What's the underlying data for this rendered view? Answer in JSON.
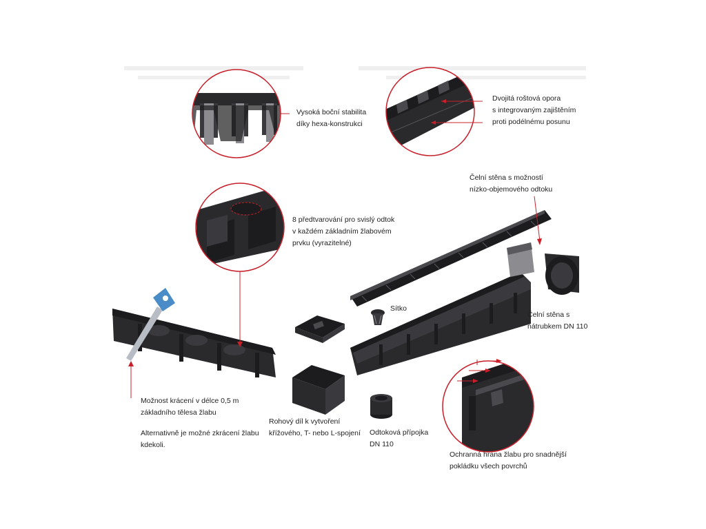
{
  "colors": {
    "accent_red": "#c8202a",
    "part_black": "#2a2a2c",
    "part_dark": "#1c1c1e",
    "part_edge": "#4a4a4e",
    "part_grey": "#8c8c90",
    "saw_blue": "#4a8cc8",
    "text": "#222222"
  },
  "callouts": {
    "hexa": {
      "lines": [
        "Vysoká boční stabilita",
        "díky hexa-konstrukci"
      ]
    },
    "grate_support": {
      "lines": [
        "Dvojitá roštová opora",
        "s integrovaným zajištěním",
        "proti podélnému posunu"
      ]
    },
    "end_cap_low": {
      "lines": [
        "Čelní stěna s možností",
        "nízko-objemového odtoku"
      ]
    },
    "knockouts": {
      "lines": [
        "8 předtvarování pro svislý odtok",
        "v každém základním žlabovém",
        "prvku (vyrazitelné)"
      ]
    },
    "sieve": {
      "lines": [
        "Sítko"
      ]
    },
    "end_cap_pipe": {
      "lines": [
        "Čelní stěna s",
        "nátrubkem DN 110"
      ]
    },
    "cutting": {
      "lines": [
        "Možnost krácení v délce 0,5 m",
        "základního tělesa žlabu"
      ]
    },
    "cutting_alt": {
      "lines": [
        "Alternativně je možné zkrácení žlabu",
        "kdekoli."
      ]
    },
    "corner": {
      "lines": [
        "Rohový díl k vytvoření",
        "křížového, T- nebo L-spojení"
      ]
    },
    "outlet": {
      "lines": [
        "Odtoková přípojka",
        "DN 110"
      ]
    },
    "edge": {
      "lines": [
        "Ochranná hrana žlabu pro snadnější",
        "pokládku všech povrchů"
      ]
    }
  },
  "icons": {
    "saw": "hand-saw-icon",
    "sieve": "sieve-basket-icon"
  }
}
